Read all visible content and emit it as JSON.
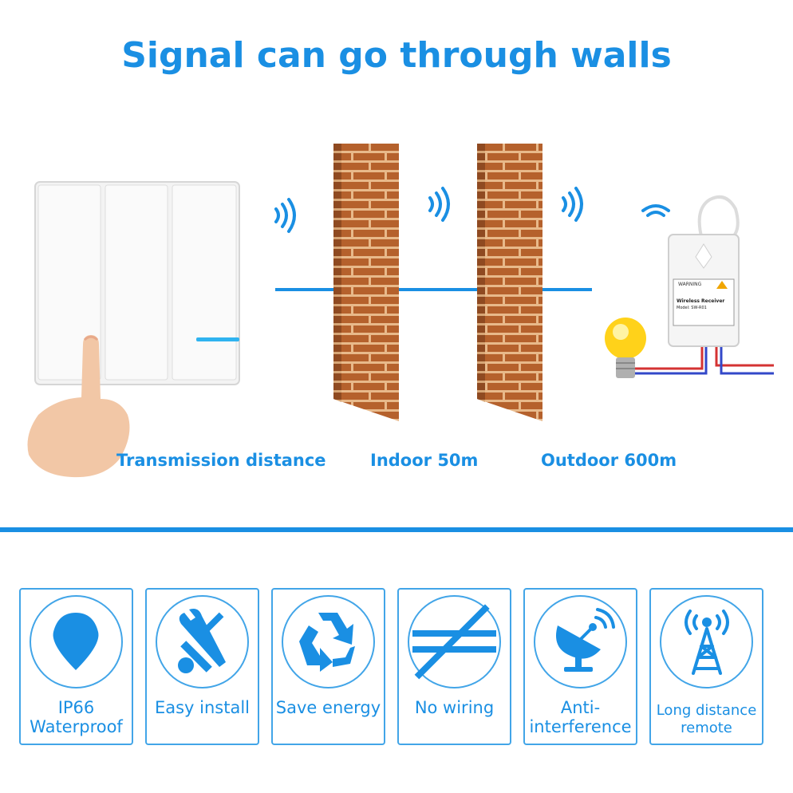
{
  "headline": "Signal can go through walls",
  "captions": {
    "transmission": "Transmission distance",
    "indoor": "Indoor 50m",
    "outdoor": "Outdoor 600m"
  },
  "receiver_label": {
    "warning": "WARNING",
    "title": "Wireless Receiver",
    "model": "Model: SW-R01"
  },
  "features": [
    {
      "icon": "water-drop-icon",
      "line1": "IP66",
      "line2": "Waterproof"
    },
    {
      "icon": "tools-icon",
      "line1": "Easy install",
      "line2": ""
    },
    {
      "icon": "recycle-icon",
      "line1": "Save energy",
      "line2": ""
    },
    {
      "icon": "no-wiring-icon",
      "line1": "No wiring",
      "line2": ""
    },
    {
      "icon": "satellite-dish-icon",
      "line1": "Anti-",
      "line2": "interference"
    },
    {
      "icon": "antenna-tower-icon",
      "line1": "Long distance",
      "line2": "remote"
    }
  ],
  "colors": {
    "accent": "#1a8fe3",
    "brick": "#b5612c",
    "mortar": "#e8b98a"
  }
}
